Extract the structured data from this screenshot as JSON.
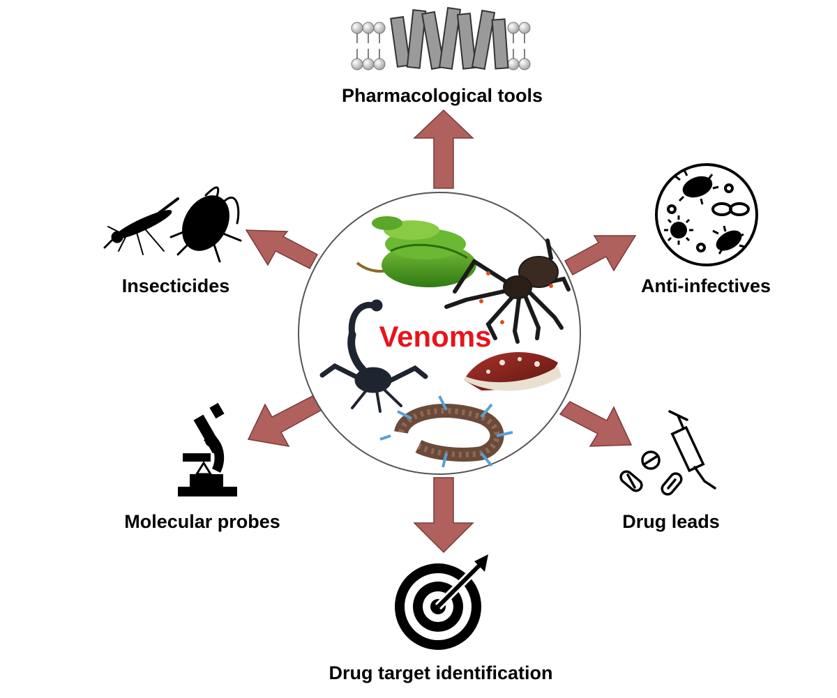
{
  "center": {
    "label": "Venoms",
    "label_color": "#e8141b",
    "organisms": [
      "snake",
      "spider",
      "scorpion",
      "cone-snail",
      "centipede"
    ]
  },
  "arrow_color": "#b0605d",
  "arrow_stroke": "#7a3a38",
  "applications": [
    {
      "key": "pharmacological-tools",
      "label": "Pharmacological tools",
      "icon": "membrane-protein-icon"
    },
    {
      "key": "anti-infectives",
      "label": "Anti-infectives",
      "icon": "microbes-icon"
    },
    {
      "key": "drug-leads",
      "label": "Drug leads",
      "icon": "pills-syringe-icon"
    },
    {
      "key": "drug-target-identification",
      "label": "Drug target identification",
      "icon": "target-dart-icon"
    },
    {
      "key": "molecular-probes",
      "label": "Molecular probes",
      "icon": "microscope-icon"
    },
    {
      "key": "insecticides",
      "label": "Insecticides",
      "icon": "mosquito-cockroach-icon"
    }
  ]
}
